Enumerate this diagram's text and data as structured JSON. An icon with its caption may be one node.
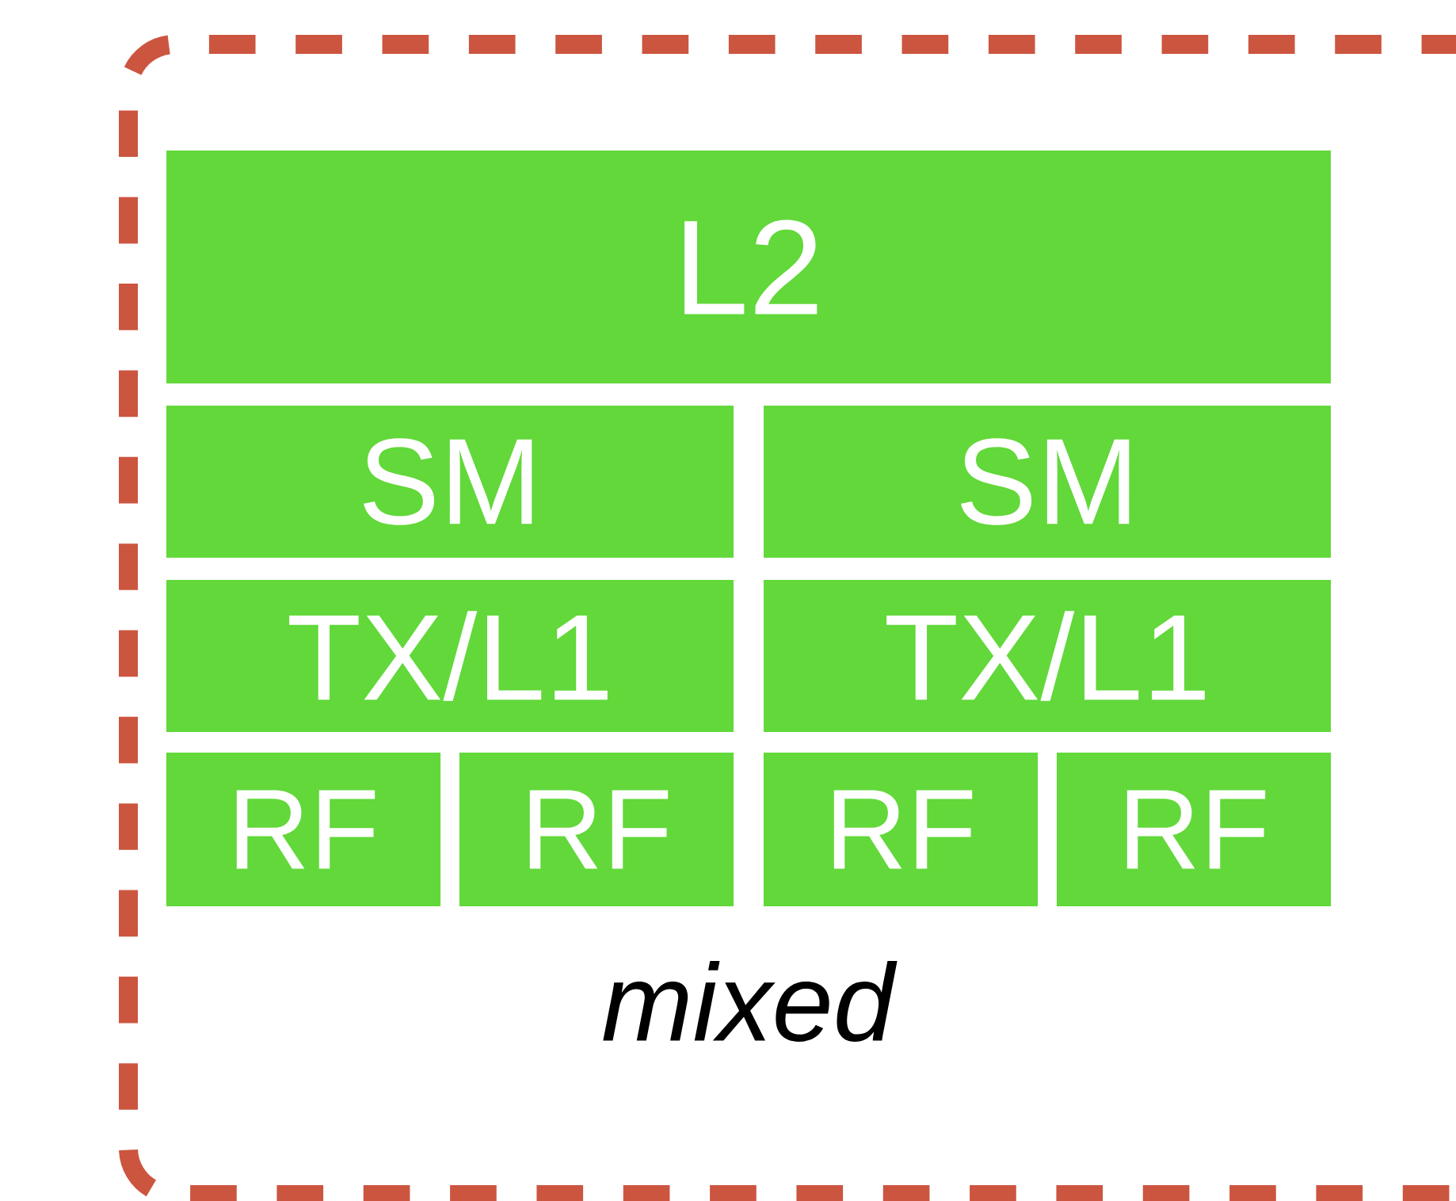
{
  "diagram": {
    "nodes": [
      {
        "text": [
          "mixed"
        ]
      },
      {
        "text": [
          "L2"
        ],
        "in": 0
      },
      {
        "text": [
          "SM"
        ],
        "in": 0
      },
      {
        "text": [
          "SM"
        ],
        "in": 0
      },
      {
        "text": [
          "TX/L1"
        ],
        "in": 0
      },
      {
        "text": [
          "TX/L1"
        ],
        "in": 0
      },
      {
        "text": [
          "RF"
        ],
        "in": 0
      },
      {
        "text": [
          "RF"
        ],
        "in": 0
      },
      {
        "text": [
          "RF"
        ],
        "in": 0
      },
      {
        "text": [
          "RF"
        ],
        "in": 0
      }
    ]
  }
}
